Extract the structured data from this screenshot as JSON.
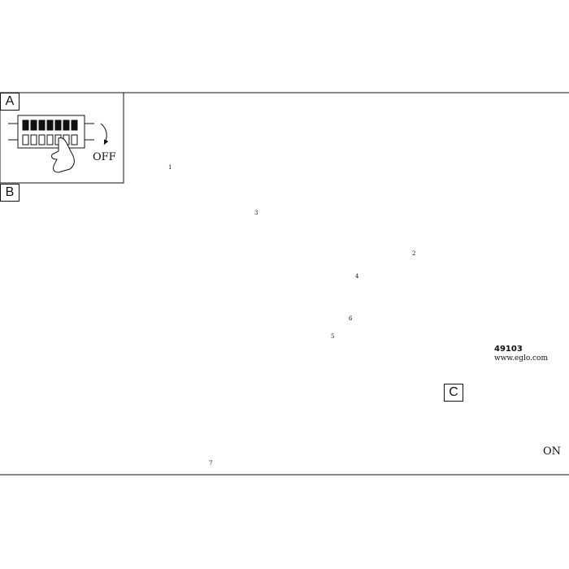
{
  "panels": {
    "a": {
      "letter": "A",
      "action": "OFF"
    },
    "b": {
      "letter": "B"
    },
    "c": {
      "letter": "C",
      "action": "ON"
    }
  },
  "product": {
    "code": "49103",
    "website": "www.eglo.com"
  },
  "steps": [
    "1",
    "2",
    "3",
    "4",
    "5",
    "6",
    "7"
  ],
  "colors": {
    "line": "#111111",
    "paper": "#ffffff"
  }
}
